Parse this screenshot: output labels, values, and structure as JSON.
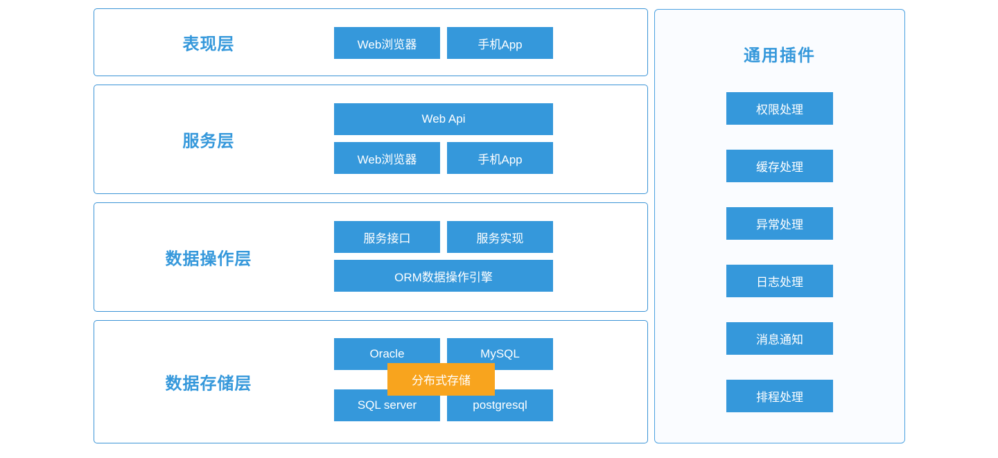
{
  "diagram": {
    "layers": [
      {
        "title": "表现层",
        "rows": [
          [
            "Web浏览器",
            "手机App"
          ]
        ]
      },
      {
        "title": "服务层",
        "rows": [
          [
            "Web Api"
          ],
          [
            "Web浏览器",
            "手机App"
          ]
        ]
      },
      {
        "title": "数据操作层",
        "rows": [
          [
            "服务接口",
            "服务实现"
          ],
          [
            "ORM数据操作引擎"
          ]
        ]
      },
      {
        "title": "数据存储层",
        "rows": [
          [
            "Oracle",
            "MySQL"
          ],
          [
            "SQL server",
            "postgresql"
          ]
        ],
        "overlay": "分布式存储"
      }
    ],
    "plugins": {
      "title": "通用插件",
      "items": [
        "权限处理",
        "缓存处理",
        "异常处理",
        "日志处理",
        "消息通知",
        "排程处理"
      ]
    },
    "colors": {
      "node_blue": "#3598db",
      "layer_border_blue": "#3a93d6",
      "panel_border_blue": "#4aa0e0",
      "panel_background": "#fafcff",
      "overlay_orange": "#f8a41e",
      "title_text_blue": "#3598db",
      "node_text_white": "#ffffff"
    }
  }
}
